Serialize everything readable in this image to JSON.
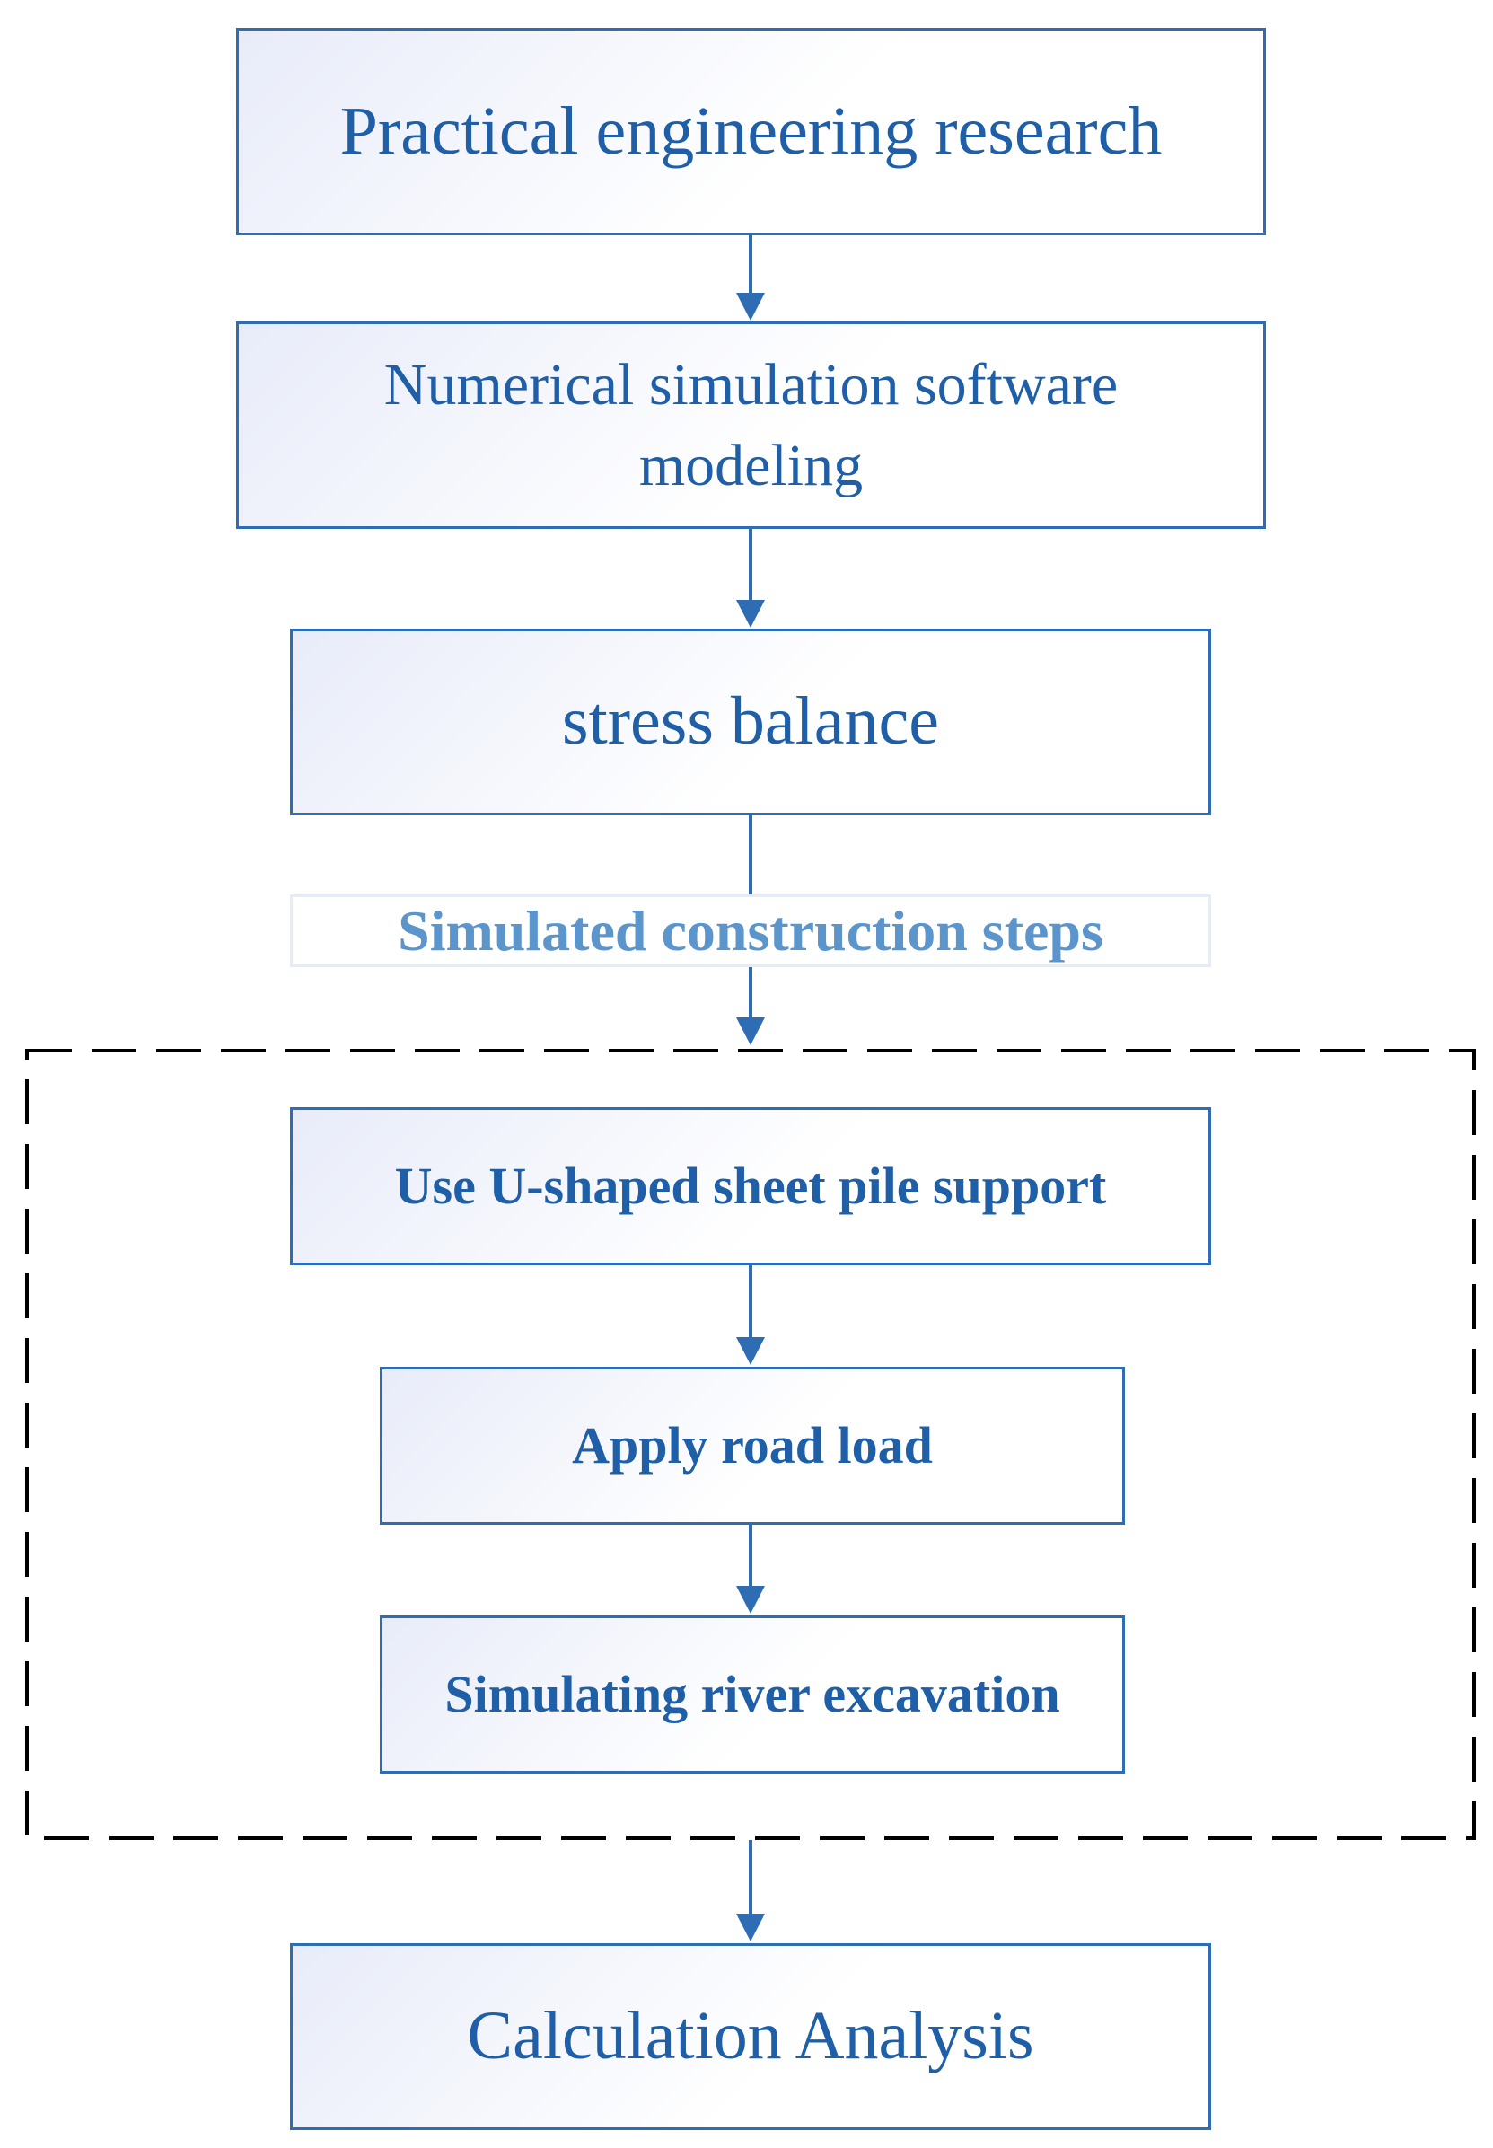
{
  "flowchart": {
    "step1": "Practical engineering research",
    "step2_line1": "Numerical simulation software",
    "step2_line2": "modeling",
    "step3": "stress balance",
    "construction_label": "Simulated construction steps",
    "sub_step1": "Use U-shaped sheet pile support",
    "sub_step2": "Apply road load",
    "sub_step3": "Simulating river excavation",
    "step_final": "Calculation Analysis"
  },
  "colors": {
    "box_border": "#2e6db4",
    "text": "#1f5fa8",
    "label_text": "#5b95cb",
    "dashed_frame": "#000000"
  }
}
